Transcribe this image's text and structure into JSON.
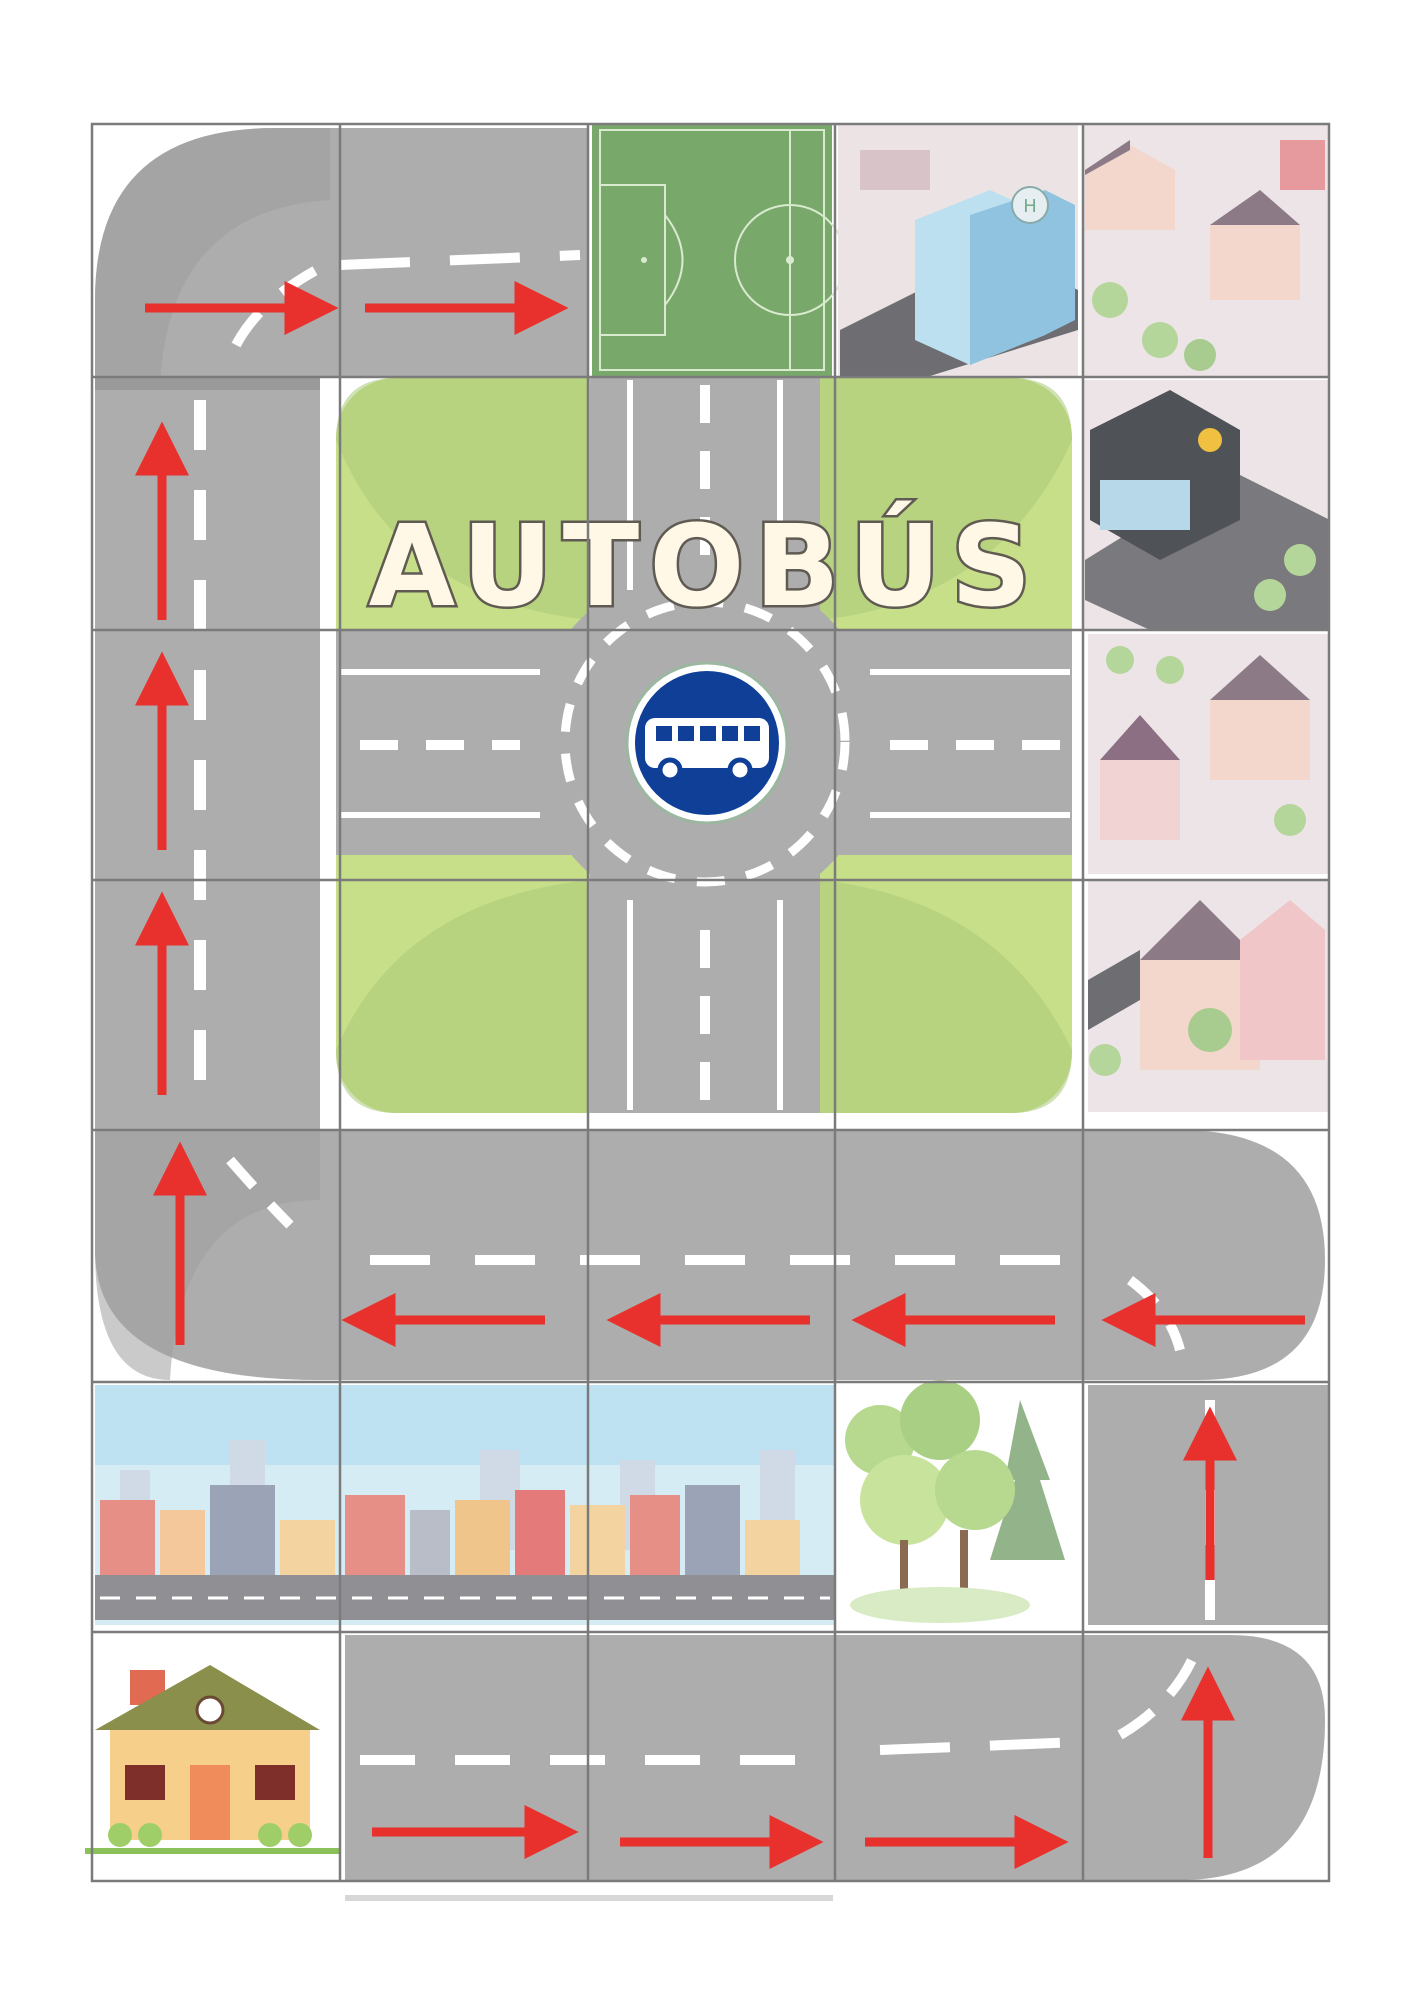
{
  "title": "AUTOBÚS",
  "grid": {
    "columns": 5,
    "rows": 7
  },
  "colors": {
    "road": "#adadad",
    "road_dark": "#9d9d9d",
    "lane_marking": "#ffffff",
    "arrow": "#e8302d",
    "grass": "#c7df88",
    "grass_dark": "#a9c97a",
    "pitch": "#79a96a",
    "sign_blue": "#0f3f96",
    "grid_line": "#7b7b7b"
  },
  "center_sign": {
    "icon": "bus-stop-sign-icon"
  },
  "tiles": [
    {
      "row": 0,
      "col": 0,
      "name": "road-curve",
      "arrow": "right"
    },
    {
      "row": 0,
      "col": 1,
      "name": "road-straight",
      "arrow": "right"
    },
    {
      "row": 0,
      "col": 2,
      "name": "football-pitch"
    },
    {
      "row": 0,
      "col": 3,
      "name": "hospital-building"
    },
    {
      "row": 0,
      "col": 4,
      "name": "houses-block"
    },
    {
      "row": 1,
      "col": 0,
      "name": "road-vertical",
      "arrow": "up"
    },
    {
      "row": 1,
      "col": 4,
      "name": "shop-building"
    },
    {
      "row": 2,
      "col": 0,
      "name": "road-vertical",
      "arrow": "up"
    },
    {
      "row": 2,
      "col": 4,
      "name": "houses-block"
    },
    {
      "row": 3,
      "col": 0,
      "name": "road-vertical",
      "arrow": "up"
    },
    {
      "row": 3,
      "col": 4,
      "name": "houses-block"
    },
    {
      "row": 4,
      "col": 0,
      "name": "road-curve",
      "arrow": "up"
    },
    {
      "row": 4,
      "col": 1,
      "name": "road-straight",
      "arrow": "left"
    },
    {
      "row": 4,
      "col": 2,
      "name": "road-straight",
      "arrow": "left"
    },
    {
      "row": 4,
      "col": 3,
      "name": "road-straight",
      "arrow": "left"
    },
    {
      "row": 4,
      "col": 4,
      "name": "road-curve",
      "arrow": "left"
    },
    {
      "row": 5,
      "col": 0,
      "name": "city-street"
    },
    {
      "row": 5,
      "col": 1,
      "name": "city-street"
    },
    {
      "row": 5,
      "col": 2,
      "name": "city-street"
    },
    {
      "row": 5,
      "col": 3,
      "name": "forest"
    },
    {
      "row": 5,
      "col": 4,
      "name": "road-vertical",
      "arrow": "up"
    },
    {
      "row": 6,
      "col": 0,
      "name": "home-house"
    },
    {
      "row": 6,
      "col": 1,
      "name": "road-straight",
      "arrow": "right"
    },
    {
      "row": 6,
      "col": 2,
      "name": "road-straight",
      "arrow": "right"
    },
    {
      "row": 6,
      "col": 3,
      "name": "road-straight",
      "arrow": "right"
    },
    {
      "row": 6,
      "col": 4,
      "name": "road-curve",
      "arrow": "up"
    }
  ]
}
